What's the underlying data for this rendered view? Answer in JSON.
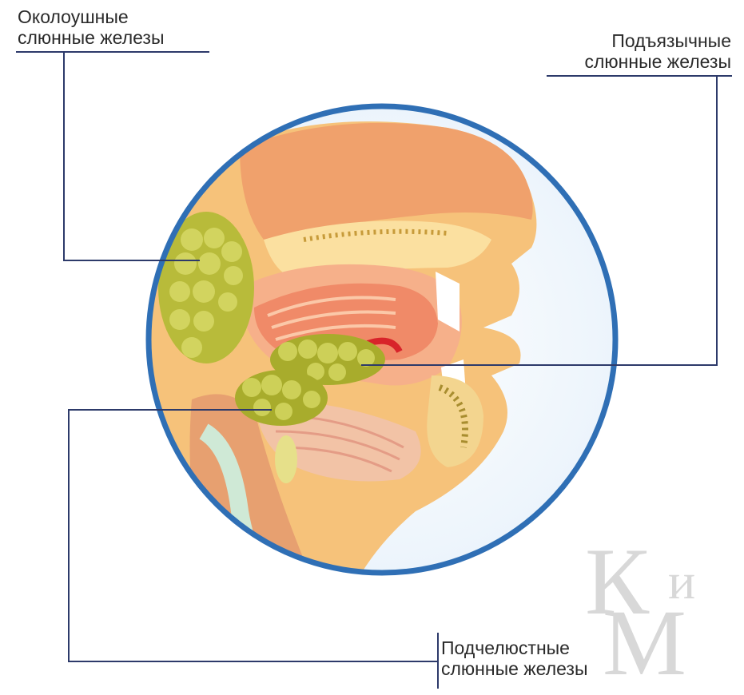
{
  "diagram": {
    "labels": {
      "parotid": {
        "line1": "Околоушные",
        "line2": "слюнные железы"
      },
      "sublingual": {
        "line1": "Подъязычные",
        "line2": "слюнные железы"
      },
      "submandibular": {
        "line1": "Подчелюстные",
        "line2": "слюнные железы"
      }
    },
    "watermark": {
      "letters": [
        "К",
        "и",
        "М"
      ]
    },
    "colors": {
      "circle_border": "#2f6fb5",
      "leader_line": "#2d3a6a",
      "skin": "#f6c27a",
      "gland": "#b8bb3a",
      "tongue": "#f08a68"
    }
  }
}
